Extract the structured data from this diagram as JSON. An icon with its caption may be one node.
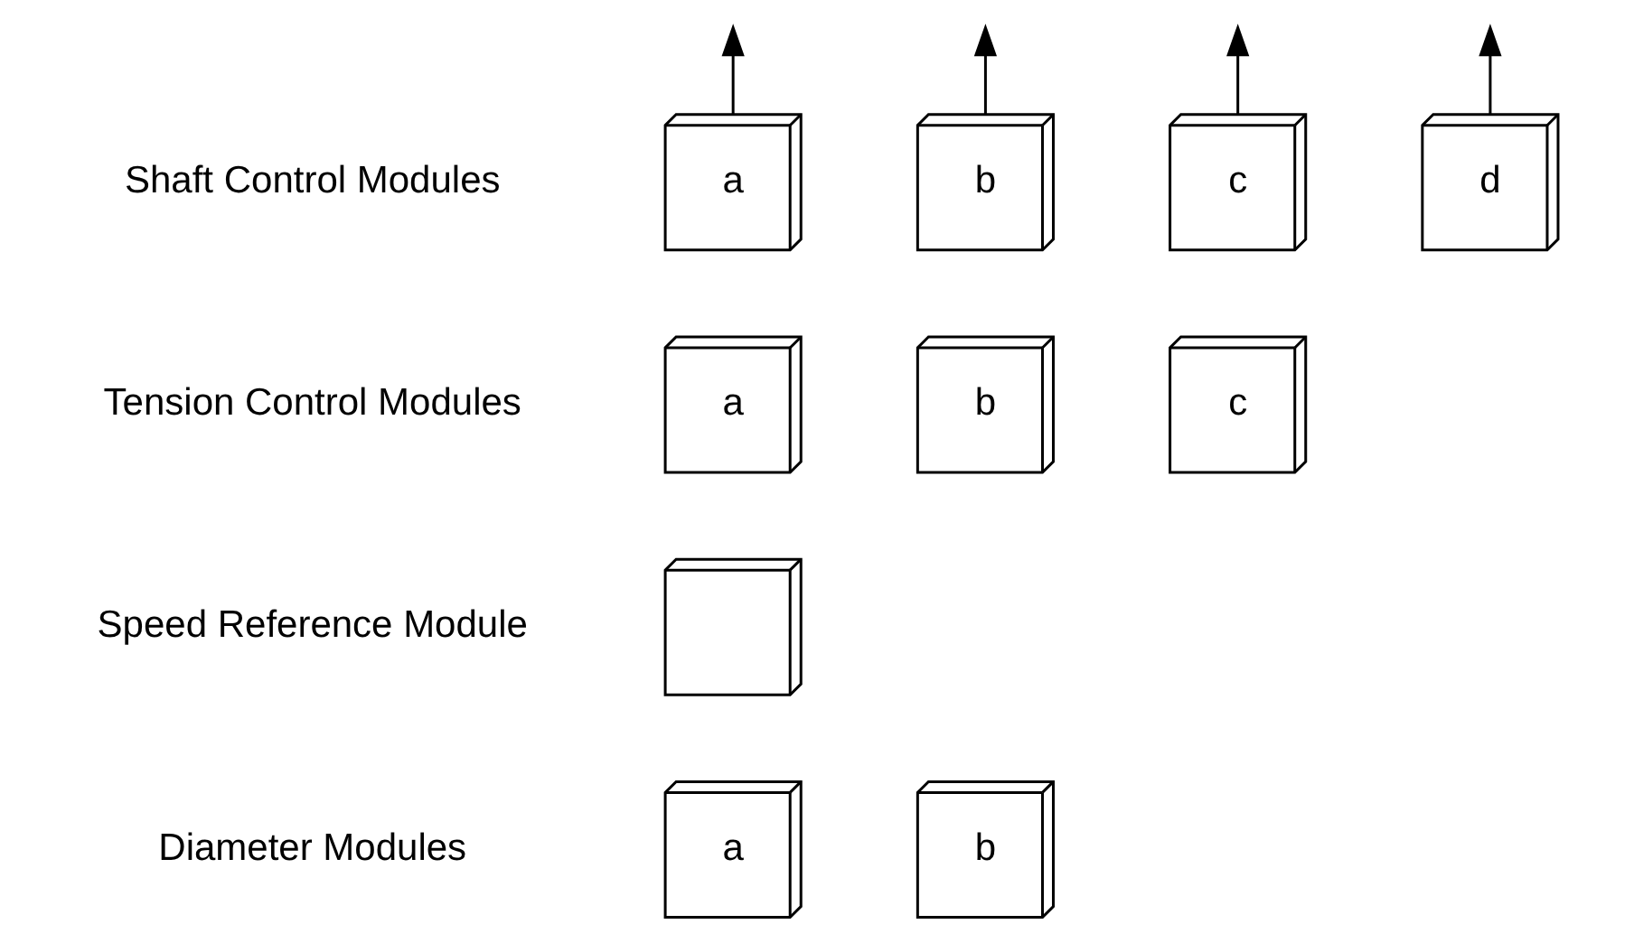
{
  "diagram": {
    "nodes": [
      {
        "text": [
          "a"
        ]
      },
      {
        "text": [
          "b"
        ]
      },
      {
        "text": [
          "c"
        ]
      },
      {
        "text": [
          "d"
        ]
      },
      {
        "text": [
          "a"
        ]
      },
      {
        "text": [
          "b"
        ]
      },
      {
        "text": [
          "c"
        ]
      },
      {
        "text": [],
        "shape": "box"
      },
      {
        "text": [
          "a"
        ]
      },
      {
        "text": [
          "b"
        ]
      }
    ],
    "edges": [
      {
        "from": 0,
        "to": null,
        "arrow": "to"
      },
      {
        "from": 1,
        "to": null,
        "arrow": "to"
      },
      {
        "from": 2,
        "to": null,
        "arrow": "to"
      },
      {
        "from": 3,
        "to": null,
        "arrow": "to"
      }
    ],
    "labels": [
      "Shaft Control Modules",
      "Tension Control Modules",
      "Speed Reference Module",
      "Diameter Modules"
    ]
  }
}
